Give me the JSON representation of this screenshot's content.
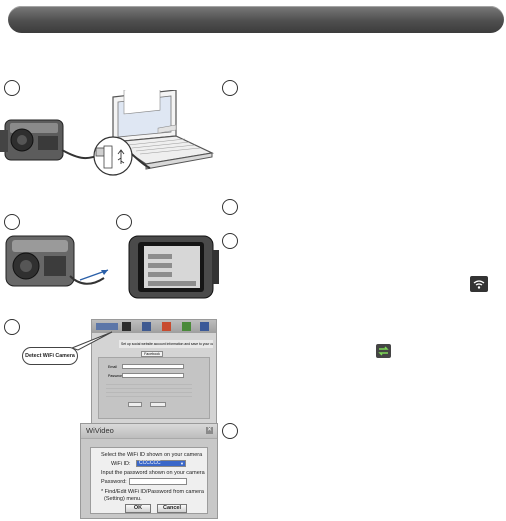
{
  "detect_callout_label": "Detect WiFi Camera",
  "dialog": {
    "title": "WiVideo",
    "instruction": "Select the WiFi ID shown on your camera",
    "wifi_id_label": "WiFi ID:",
    "wifi_id_value": "CCCCCC",
    "password_instruction": "Input the password shown on your camera",
    "password_label": "Password:",
    "note_line1": "* Find/Edit WiFi ID/Password from camera",
    "note_line2": "(Setting) menu.",
    "ok_label": "OK",
    "cancel_label": "Cancel"
  },
  "app_window": {
    "notice": "Set up social website account information and save to your camera",
    "tab_label": "Facebook",
    "email_label": "Email",
    "password_label": "Password"
  },
  "icons": [
    "wifi-icon",
    "switch-icon",
    "usb-icon",
    "laptop",
    "camera"
  ]
}
